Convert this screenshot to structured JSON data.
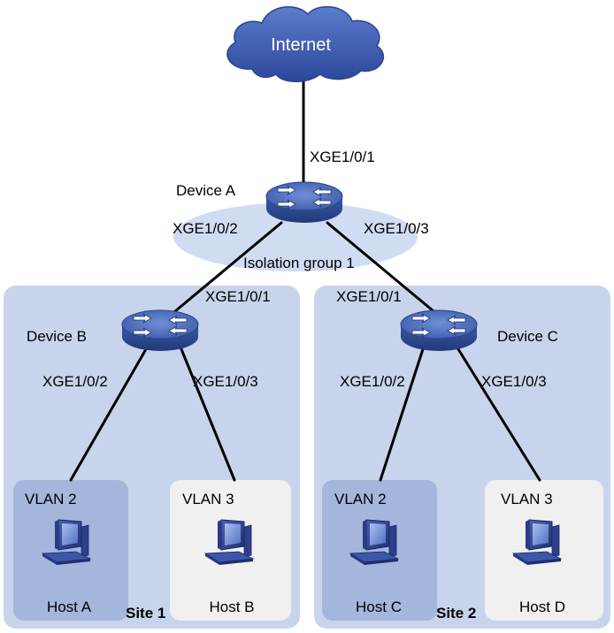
{
  "internet": {
    "label": "Internet"
  },
  "device_a": {
    "label": "Device A",
    "port_up": "XGE1/0/1",
    "port_left": "XGE1/0/2",
    "port_right": "XGE1/0/3",
    "isolation_group": "Isolation group 1"
  },
  "device_b": {
    "label": "Device B",
    "port_up": "XGE1/0/1",
    "port_left": "XGE1/0/2",
    "port_right": "XGE1/0/3"
  },
  "device_c": {
    "label": "Device C",
    "port_up": "XGE1/0/1",
    "port_left": "XGE1/0/2",
    "port_right": "XGE1/0/3"
  },
  "site1": {
    "label": "Site 1",
    "vlan_left": "VLAN 2",
    "vlan_right": "VLAN 3",
    "host_left": "Host A",
    "host_right": "Host B"
  },
  "site2": {
    "label": "Site 2",
    "vlan_left": "VLAN 2",
    "vlan_right": "VLAN 3",
    "host_left": "Host C",
    "host_right": "Host D"
  },
  "colors": {
    "site_bg": "#c8d4ec",
    "vlan2_bg": "#a5b6dc",
    "vlan3_bg": "#f0f0f0",
    "isolation_bg": "#d0dcf2",
    "switch_blue": "#3f5fa8",
    "cloud_blue": "#3a58b0"
  }
}
